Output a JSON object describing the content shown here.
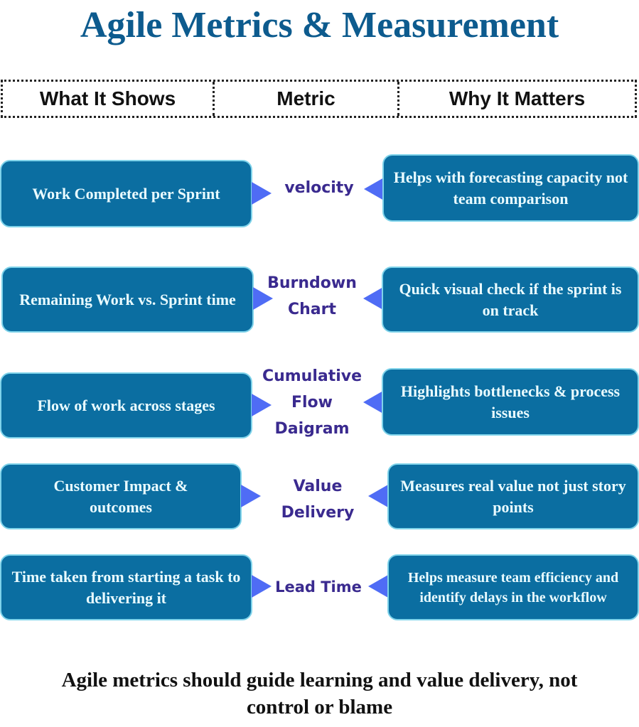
{
  "title": "Agile Metrics & Measurement",
  "header": {
    "col1": "What It Shows",
    "col2": "Metric",
    "col3": "Why It Matters"
  },
  "rows": [
    {
      "shows": "Work Completed per Sprint",
      "metric": "velocity",
      "why": "Helps with forecasting capacity not team comparison"
    },
    {
      "shows": "Remaining Work vs. Sprint time",
      "metric": "Burndown Chart",
      "why": "Quick visual check if the sprint is on track"
    },
    {
      "shows": "Flow of work across stages",
      "metric": "Cumulative Flow Daigram",
      "why": "Highlights bottlenecks & process issues"
    },
    {
      "shows": "Customer Impact & outcomes",
      "metric": "Value Delivery",
      "why": "Measures real value not just story points"
    },
    {
      "shows": "Time taken from starting a task to delivering it",
      "metric": "Lead Time",
      "why": "Helps measure team efficiency and identify delays in the workflow"
    }
  ],
  "footer": {
    "line1": "Agile metrics should guide learning and value delivery, not",
    "line2": "control or blame"
  },
  "colors": {
    "title": "#0d5b8e",
    "box": "#0b6ea1",
    "arrow": "#4f6cf5",
    "metric": "#3a2a8f"
  }
}
